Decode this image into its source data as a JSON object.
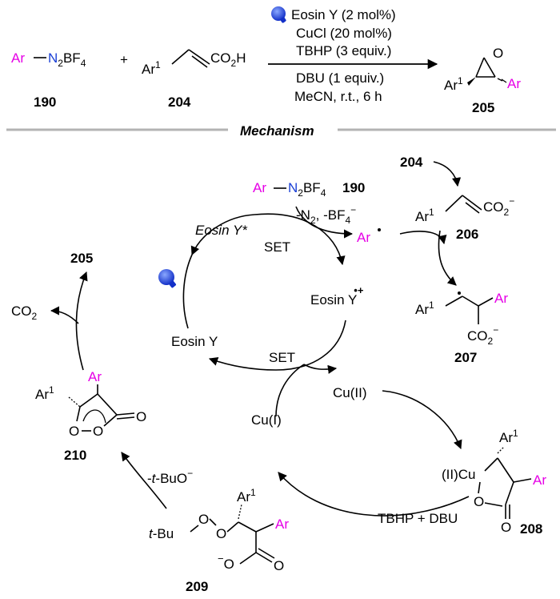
{
  "reaction": {
    "reagent_ar": "Ar",
    "reagent_n2": "N",
    "reagent_sub2": "2",
    "reagent_bf4": "BF",
    "reagent_sub4": "4",
    "reagent_label": "190",
    "plus": "+",
    "acid_ar": "Ar",
    "acid_sup": "1",
    "acid_co2h": "CO",
    "acid_co2h_sub": "2",
    "acid_co2h_h": "H",
    "acid_label": "204",
    "cond_top": [
      "Eosin Y (2 mol%)",
      "CuCl (20 mol%)",
      "TBHP (3 equiv.)"
    ],
    "cond_bottom": [
      "DBU (1 equiv.)",
      "MeCN, r.t., 6 h"
    ],
    "product_ar1": "Ar",
    "product_ar1_sup": "1",
    "product_o": "O",
    "product_ar": "Ar",
    "product_label": "205"
  },
  "mechanism_title": "Mechanism",
  "mech": {
    "eosin_star": "Eosin Y*",
    "eosin_radical": "Eosin Y",
    "eosin_radical_sup": "•+",
    "eosin": "Eosin Y",
    "set1": "SET",
    "set2": "SET",
    "cu2": "Cu(II)",
    "cu1": "Cu(I)",
    "diazo_ar": "Ar",
    "diazo_n": "N",
    "diazo_sub2": "2",
    "diazo_bf": "BF",
    "diazo_sub4": "4",
    "diazo_label": "190",
    "loss": "-N",
    "loss_sub2": "2",
    "loss_bf": ", -BF",
    "loss_sub4": "4",
    "loss_sup": "−",
    "ar_radical": "Ar",
    "label_204": "204",
    "i206_ar": "Ar",
    "i206_sup": "1",
    "i206_co2": "CO",
    "i206_sub": "2",
    "i206_sup2": "−",
    "label_206": "206",
    "i207_ar1": "Ar",
    "i207_sup": "1",
    "i207_ar": "Ar",
    "i207_co2": "CO",
    "i207_sub": "2",
    "i207_sup2": "−",
    "label_207": "207",
    "i208_cu": "(II)Cu",
    "i208_ar1": "Ar",
    "i208_sup": "1",
    "i208_ar": "Ar",
    "i208_o1": "O",
    "i208_o2": "O",
    "label_208": "208",
    "tbhp_dbu": "TBHP  +  DBU",
    "i209_tbu": "t",
    "i209_bu": "-Bu",
    "i209_o1": "O",
    "i209_o2": "O",
    "i209_ar1": "Ar",
    "i209_sup": "1",
    "i209_ar": "Ar",
    "i209_minus": "−",
    "i209_o3": "O",
    "i209_o4": "O",
    "label_209": "209",
    "tbuo_minus": "-",
    "tbuo_t": "t",
    "tbuo_rest": "-BuO",
    "tbuo_sup": "−",
    "i210_ar1": "Ar",
    "i210_sup": "1",
    "i210_ar": "Ar",
    "i210_o1": "O",
    "i210_o2": "O",
    "i210_o3": "O",
    "label_210": "210",
    "co2": "CO",
    "co2_sub": "2",
    "label_205": "205"
  },
  "colors": {
    "magenta": "#e600e6",
    "blue": "#1a3fd6",
    "rule": "#b3b3b3"
  },
  "icons": [
    "light-bulb-icon",
    "light-bulb-icon"
  ]
}
